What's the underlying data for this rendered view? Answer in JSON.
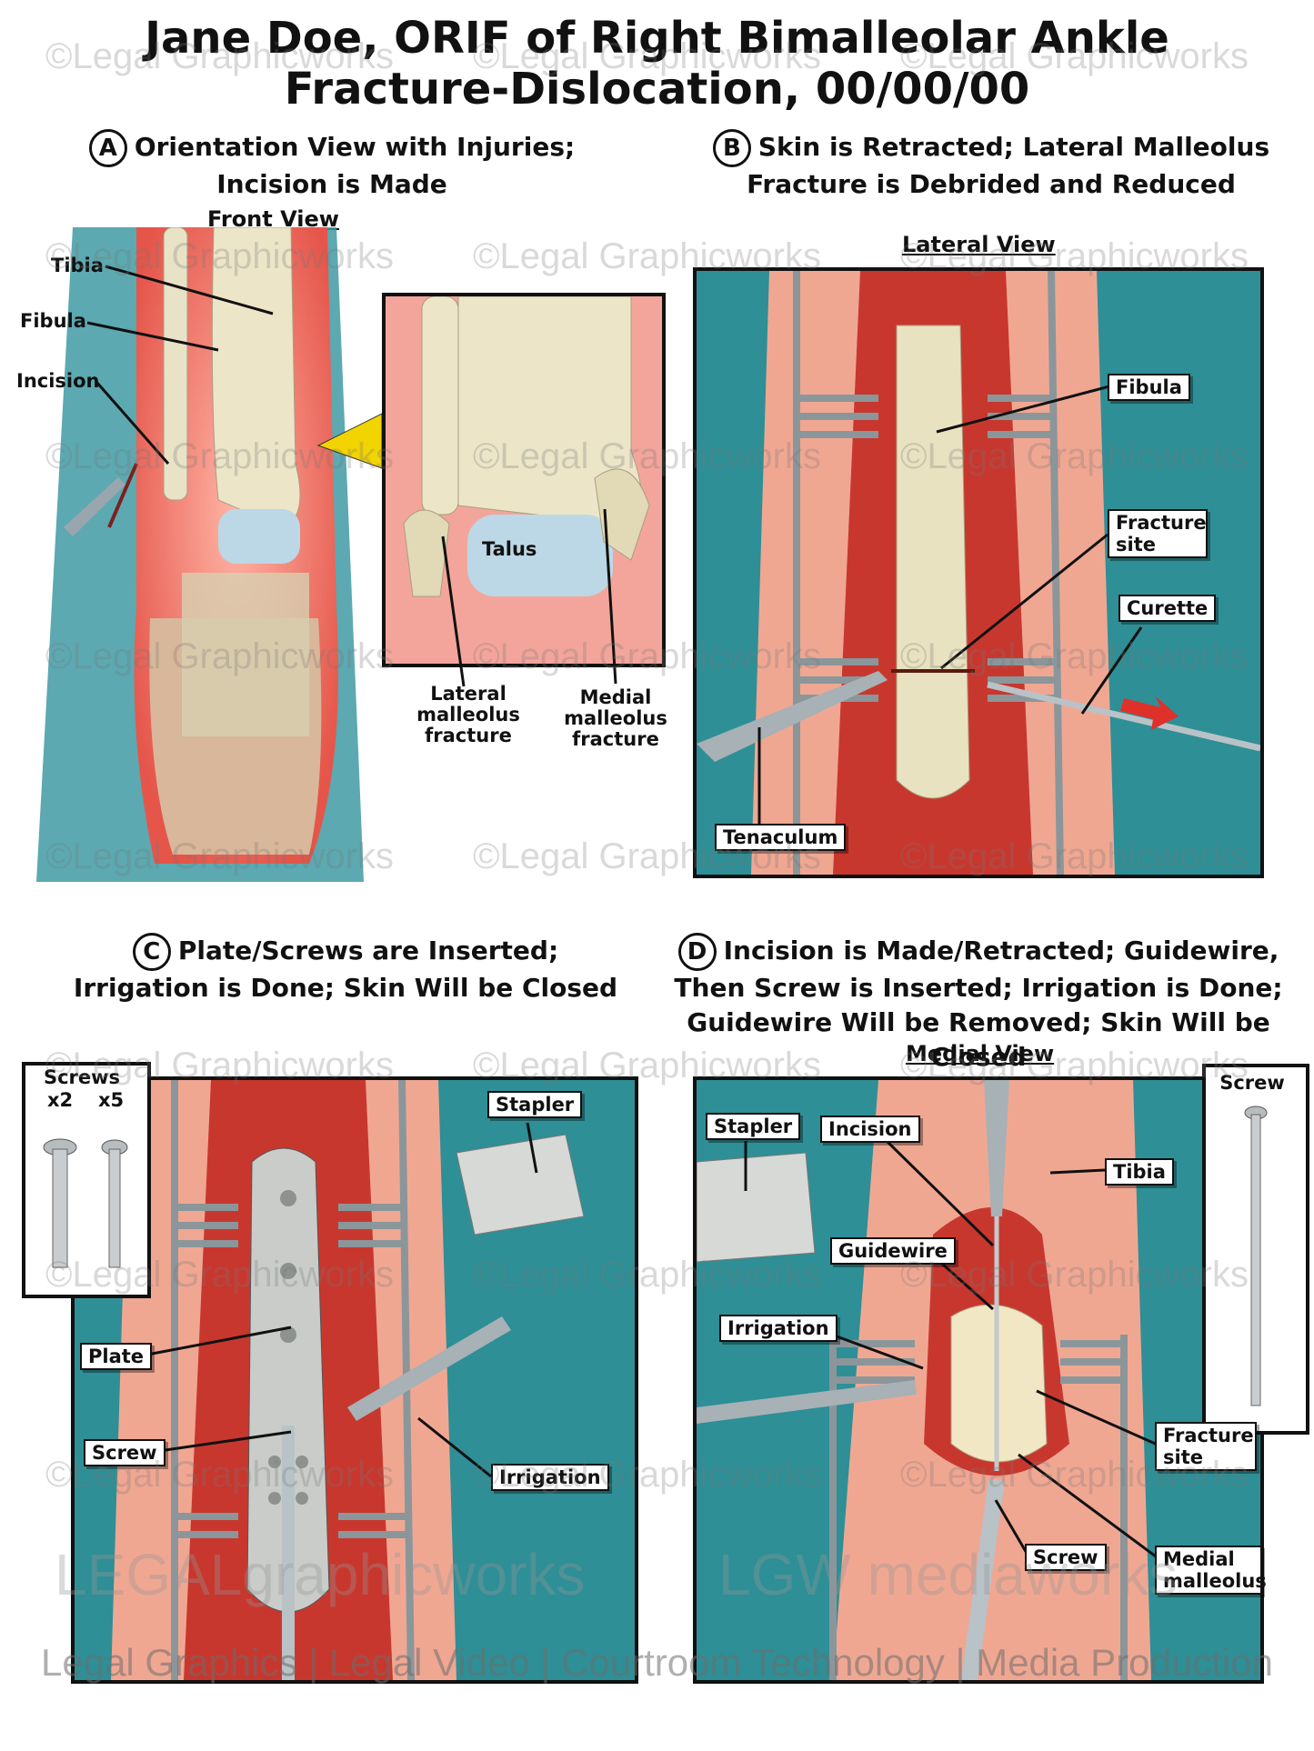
{
  "title": {
    "line1": "Jane Doe, ORIF of Right Bimalleolar Ankle",
    "line2": "Fracture-Dislocation, 00/00/00"
  },
  "panels": {
    "a": {
      "letter": "A",
      "title1": "Orientation View with Injuries;",
      "title2": "Incision is Made",
      "view": "Front View",
      "labels": {
        "tibia": "Tibia",
        "fibula": "Fibula",
        "incision": "Incision",
        "talus": "Talus",
        "lateral": "Lateral malleolus fracture",
        "medial": "Medial malleolus fracture"
      }
    },
    "b": {
      "letter": "B",
      "title1": "Skin is Retracted; Lateral Malleolus",
      "title2": "Fracture is Debrided and Reduced",
      "view": "Lateral View",
      "labels": {
        "fibula": "Fibula",
        "fracture_site": "Fracture site",
        "curette": "Curette",
        "tenaculum": "Tenaculum"
      }
    },
    "c": {
      "letter": "C",
      "title1": "Plate/Screws are Inserted;",
      "title2": "Irrigation is Done; Skin Will be Closed",
      "labels": {
        "screws": "Screws",
        "x2": "x2",
        "x5": "x5",
        "stapler": "Stapler",
        "plate": "Plate",
        "screw": "Screw",
        "irrigation": "Irrigation"
      }
    },
    "d": {
      "letter": "D",
      "title1": "Incision is Made/Retracted; Guidewire,",
      "title2": "Then Screw is Inserted; Irrigation is Done;",
      "title3": "Guidewire Will be Removed; Skin Will be Closed",
      "view": "Medial View",
      "labels": {
        "screw_inset": "Screw",
        "stapler": "Stapler",
        "incision": "Incision",
        "tibia": "Tibia",
        "guidewire": "Guidewire",
        "irrigation": "Irrigation",
        "fracture_site": "Fracture site",
        "screw": "Screw",
        "medial": "Medial malleolus"
      }
    }
  },
  "watermark": "©Legal Graphicworks",
  "brand": {
    "left": "LEGALgraphicworks",
    "right": "LGW mediaworks"
  },
  "footer": "Legal Graphics | Legal Video | Courtroom Technology | Media Production"
}
